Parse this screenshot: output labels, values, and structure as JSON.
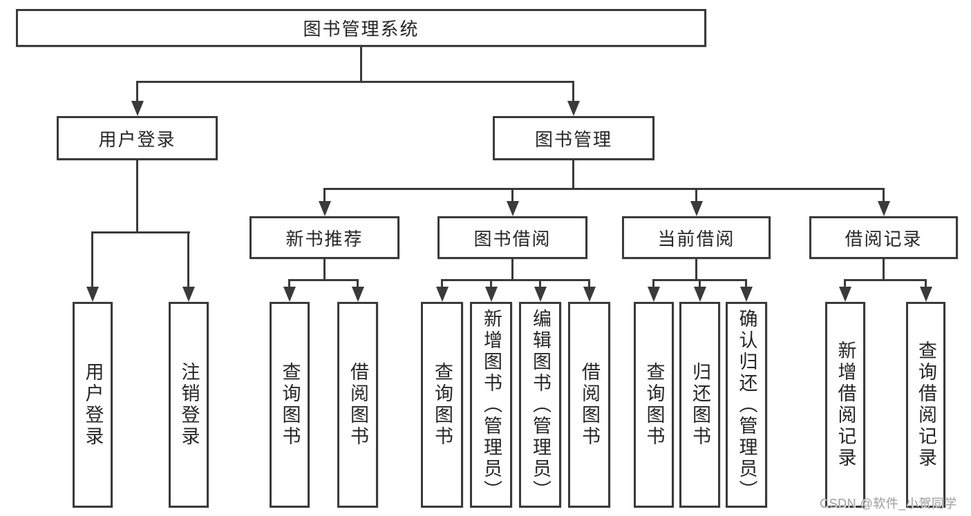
{
  "diagram": {
    "root": {
      "label": "图书管理系统",
      "children": [
        {
          "label": "用户登录",
          "children": [
            {
              "label": "用户登录"
            },
            {
              "label": "注销登录"
            }
          ]
        },
        {
          "label": "图书管理",
          "children": [
            {
              "label": "新书推荐",
              "children": [
                {
                  "label": "查询图书"
                },
                {
                  "label": "借阅图书"
                }
              ]
            },
            {
              "label": "图书借阅",
              "children": [
                {
                  "label": "查询图书"
                },
                {
                  "label": "新增图书（管理员）"
                },
                {
                  "label": "编辑图书（管理员）"
                },
                {
                  "label": "借阅图书"
                }
              ]
            },
            {
              "label": "当前借阅",
              "children": [
                {
                  "label": "查询图书"
                },
                {
                  "label": "归还图书"
                },
                {
                  "label": "确认归还（管理员）"
                }
              ]
            },
            {
              "label": "借阅记录",
              "children": [
                {
                  "label": "新增借阅记录"
                },
                {
                  "label": "查询借阅记录"
                }
              ]
            }
          ]
        }
      ]
    },
    "watermark": "CSDN @软件_小贺同学",
    "colors": {
      "line": "#3a3a3a",
      "text": "#262626",
      "watermark": "#a3a3a3",
      "background": "#ffffff"
    }
  }
}
